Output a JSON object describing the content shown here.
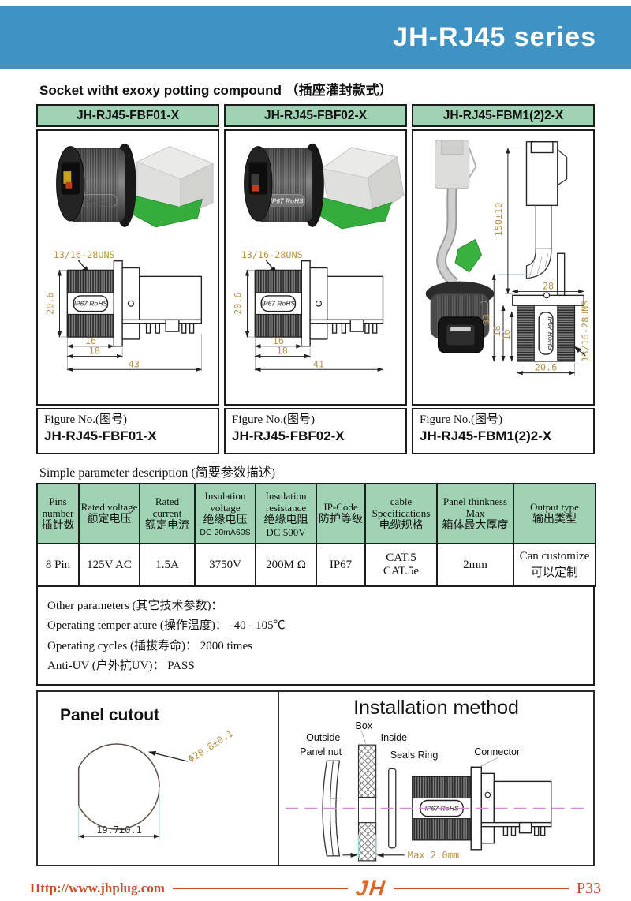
{
  "colors": {
    "banner_blue": "#3e93c4",
    "header_green": "#9fd3b4",
    "dimension_tan": "#b5924e",
    "footer_orange": "#cf4b28",
    "logo_orange": "#e0662c",
    "centerline_magenta": "#cd8fd0"
  },
  "banner": {
    "title": "JH-RJ45 series"
  },
  "section_title": "Socket witht exoxy potting compound （插座灌封款式）",
  "products": [
    {
      "model": "JH-RJ45-FBF01-X",
      "figure_label": "Figure No.(图号)",
      "figure_no": "JH-RJ45-FBF01-X",
      "drawing": {
        "thread": "13/16-28UNS",
        "height": "20.6",
        "dim16": "16",
        "dim18": "18",
        "length": "43",
        "marking": "IP67 RoHS"
      }
    },
    {
      "model": "JH-RJ45-FBF02-X",
      "figure_label": "Figure No.(图号)",
      "figure_no": "JH-RJ45-FBF02-X",
      "drawing": {
        "thread": "13/16-28UNS",
        "height": "20.6",
        "dim16": "16",
        "dim18": "18",
        "length": "41",
        "marking": "IP67 RoHS"
      }
    },
    {
      "model": "JH-RJ45-FBM1(2)2-X",
      "figure_label": "Figure No.(图号)",
      "figure_no": "JH-RJ45-FBM1(2)2-X",
      "drawing": {
        "cable_length": "150±10",
        "width_top": "28",
        "dim33": "33",
        "dim18": "18",
        "dim16": "16",
        "width_bottom": "20.6",
        "thread": "13/16-28UNS",
        "marking": "IP67 RoHS"
      }
    }
  ],
  "param_section_title": "Simple parameter description (简要参数描述)",
  "param_table": {
    "headers": [
      {
        "en": "Pins number",
        "zh": "插针数",
        "sub": ""
      },
      {
        "en": "Rated voltage",
        "zh": "额定电压",
        "sub": ""
      },
      {
        "en": "Rated current",
        "zh": "额定电流",
        "sub": ""
      },
      {
        "en": "Insulation voltage",
        "zh": "绝缘电压",
        "sub": "DC 20mA60S"
      },
      {
        "en": "Insulation resistance",
        "zh": "绝缘电阻",
        "sub": "DC 500V"
      },
      {
        "en": "IP-Code",
        "zh": "防护等级",
        "sub": ""
      },
      {
        "en": "cable Specifications",
        "zh": "电缆规格",
        "sub": ""
      },
      {
        "en": "Panel thinkness Max",
        "zh": "箱体最大厚度",
        "sub": ""
      },
      {
        "en": "Output type",
        "zh": "输出类型",
        "sub": ""
      }
    ],
    "row": [
      "8 Pin",
      "125V AC",
      "1.5A",
      "3750V",
      "200M Ω",
      "IP67",
      "CAT.5\nCAT.5e",
      "2mm",
      "Can customize\n可以定制"
    ]
  },
  "other_params": {
    "title": "Other parameters (其它技术参数)：",
    "lines": [
      "Operating temper ature (操作温度)：  -40 - 105℃",
      "Operating cycles (插拔寿命)：  2000 times",
      "Anti-UV (户外抗UV)：  PASS"
    ]
  },
  "panel_cutout": {
    "title": "Panel cutout",
    "diameter": "Φ20.8±0.1",
    "width": "19.7±0.1"
  },
  "installation": {
    "title": "Installation method",
    "labels": {
      "box": "Box",
      "outside": "Outside",
      "inside": "Inside",
      "panel_nut": "Panel nut",
      "seals_ring": "Seals Ring",
      "connector": "Connector"
    },
    "max_label": "Max 2.0mm",
    "marking": "IP67 RoHS"
  },
  "footer": {
    "url": "Http://www.jhplug.com",
    "logo": "JH",
    "page": "P33"
  }
}
